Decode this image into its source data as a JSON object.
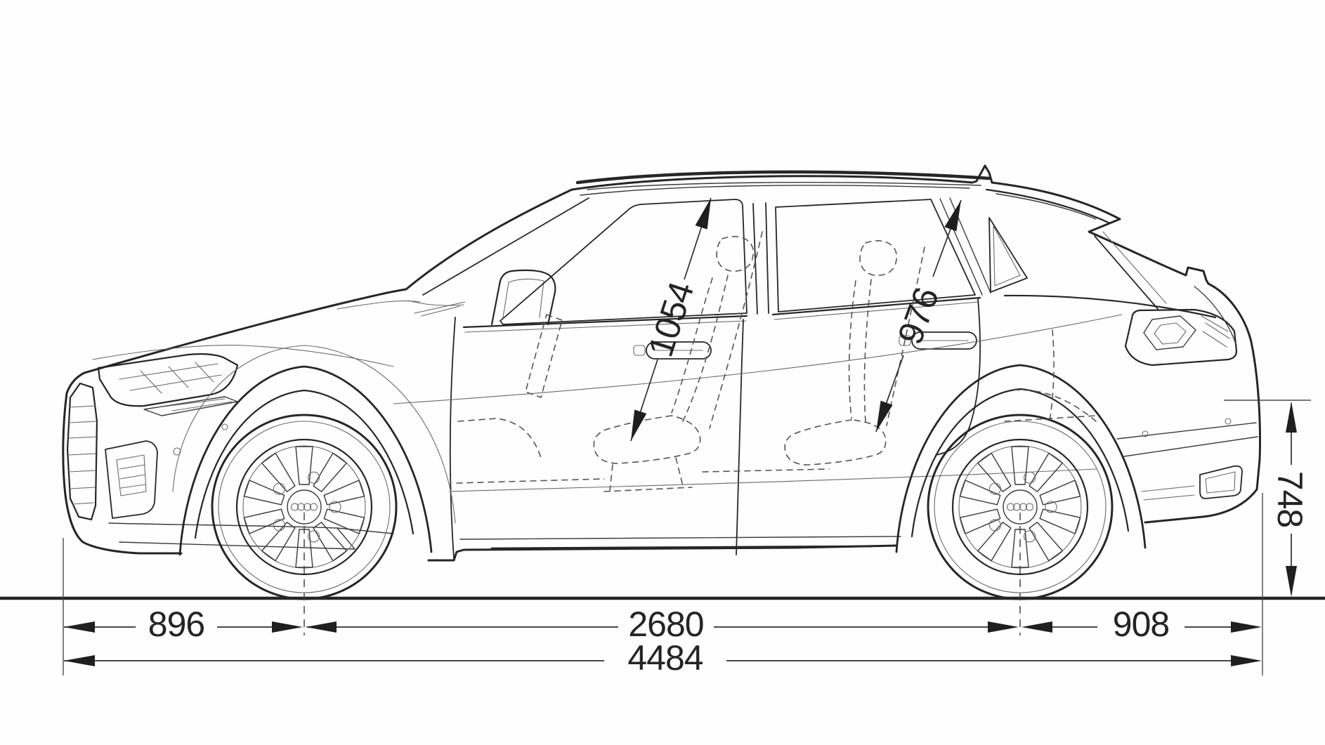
{
  "diagram": {
    "dimensions": {
      "front_overhang": "896",
      "wheelbase": "2680",
      "rear_overhang": "908",
      "overall_length": "4484",
      "rear_height": "748",
      "front_interior_height": "1054",
      "rear_interior_height": "976"
    },
    "colors": {
      "ink": "#262626",
      "dimension_ink": "#242424",
      "background": "#fefefe"
    }
  }
}
